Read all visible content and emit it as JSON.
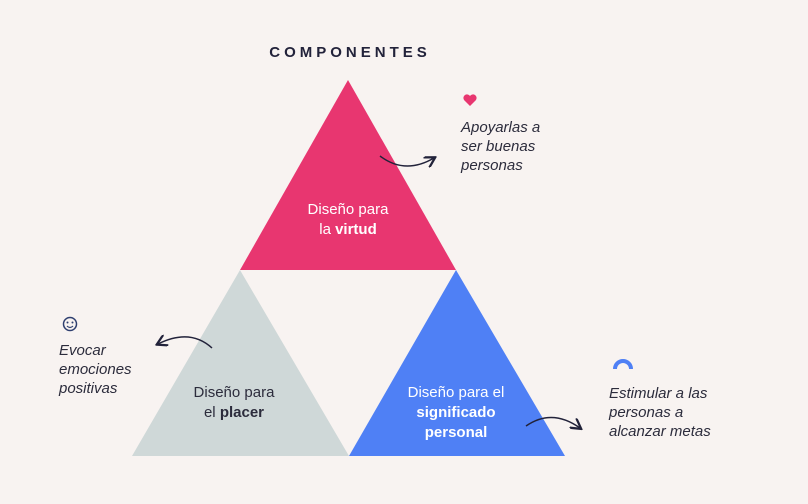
{
  "title": "COMPONENTES",
  "colors": {
    "virtud": "#e83670",
    "placer": "#cfd8d8",
    "significado": "#4f80f5",
    "background": "#f8f3f1"
  },
  "triangles": {
    "virtud": {
      "line1": "Diseño para",
      "line2_prefix": "la ",
      "line2_bold": "virtud"
    },
    "placer": {
      "line1": "Diseño para",
      "line2_prefix": "el ",
      "line2_bold": "placer"
    },
    "significado": {
      "line1": "Diseño para el",
      "line2_bold": "significado",
      "line3_bold": "personal"
    }
  },
  "notes": {
    "virtud": {
      "icon": "heart-icon",
      "l1": "Apoyarlas a",
      "l2": "ser buenas",
      "l3": "personas"
    },
    "placer": {
      "icon": "smiley-icon",
      "l1": "Evocar",
      "l2": "emociones",
      "l3": "positivas"
    },
    "significado": {
      "icon": "arc-icon",
      "l1": "Estimular a las",
      "l2": "personas a",
      "l3": "alcanzar metas"
    }
  }
}
